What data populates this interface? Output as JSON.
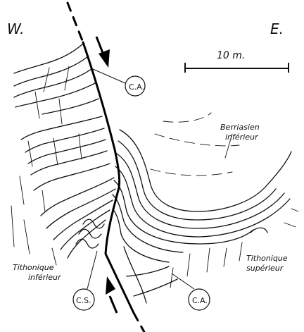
{
  "orientation": {
    "west": "W.",
    "east": "E."
  },
  "scale_bar": {
    "label": "10 m."
  },
  "labels": {
    "berriasien_line1": "Berriasien",
    "berriasien_line2": "inférieur",
    "tith_inf_line1": "Tithonique",
    "tith_inf_line2": "inférieur",
    "tith_sup_line1": "Tithonique",
    "tith_sup_line2": "supérieur"
  },
  "callouts": {
    "ca_top": "C.A.",
    "cs": "C.S.",
    "ca_bottom": "C.A."
  }
}
